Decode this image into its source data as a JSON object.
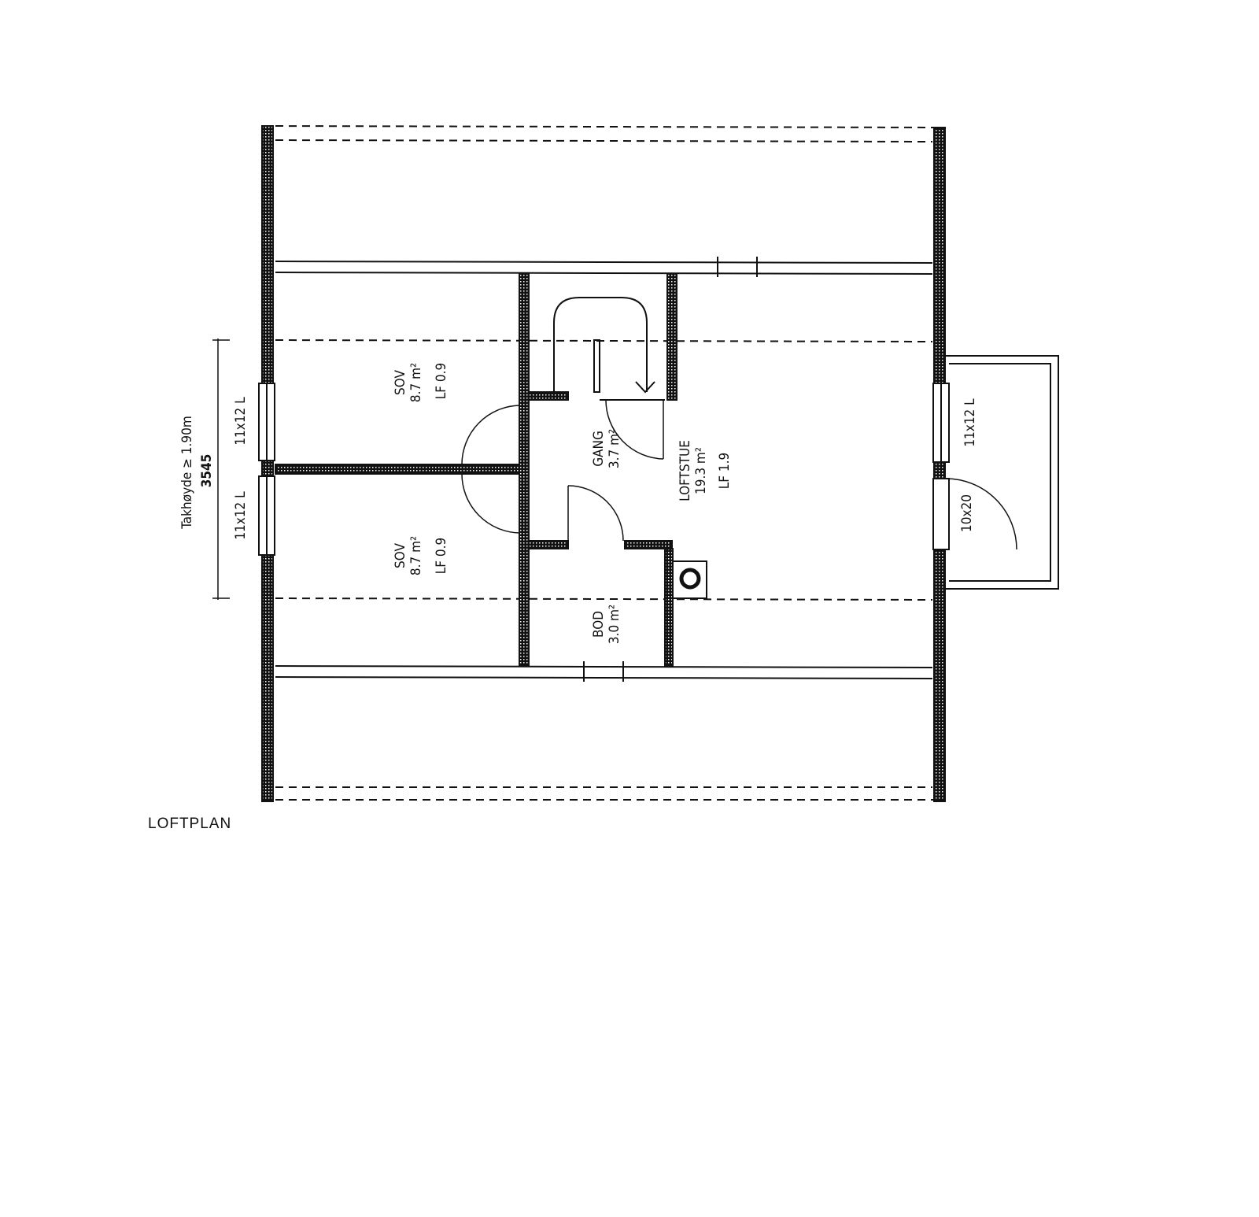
{
  "plan_title": "LOFTPLAN",
  "dimension": {
    "label": "Takhøyde ≥ 1.90m",
    "value": "3545"
  },
  "windows": {
    "left_upper": "11x12 L",
    "left_lower": "11x12 L",
    "right": "11x12 L",
    "balcony_door": "10x20"
  },
  "rooms": [
    {
      "name": "SOV",
      "area": "8.7 m²",
      "lf": "LF 0.9"
    },
    {
      "name": "SOV",
      "area": "8.7 m²",
      "lf": "LF 0.9"
    },
    {
      "name": "GANG",
      "area": "3.7 m²"
    },
    {
      "name": "LOFTSTUE",
      "area": "19.3 m²",
      "lf": "LF 1.9"
    },
    {
      "name": "BOD",
      "area": "3.0 m²"
    }
  ]
}
